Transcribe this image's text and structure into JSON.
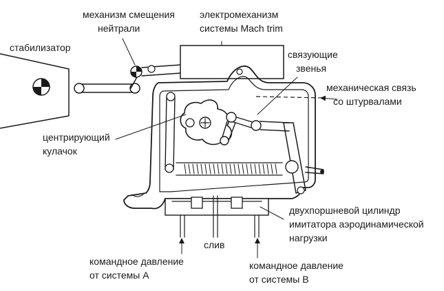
{
  "labels": {
    "stabilizer": "стабилизатор",
    "neutral_shift_1": "механизм смещения",
    "neutral_shift_2": "нейтрали",
    "electromech_1": "электромеханизм",
    "electromech_2": "системы Mach trim",
    "links_1": "связующие",
    "links_2": "звенья",
    "mech_link_1": "механическая связь",
    "mech_link_2": "со штурвалами",
    "cam_1": "центрирующий",
    "cam_2": "кулачок",
    "cylinder_1": "двухпоршневой цилиндр",
    "cylinder_2": "имитатора аэродинамической",
    "cylinder_3": "нагрузки",
    "drain": "слив",
    "press_a_1": "командное давление",
    "press_a_2": "от системы А",
    "press_b_1": "командное давление",
    "press_b_2": "от системы В"
  }
}
